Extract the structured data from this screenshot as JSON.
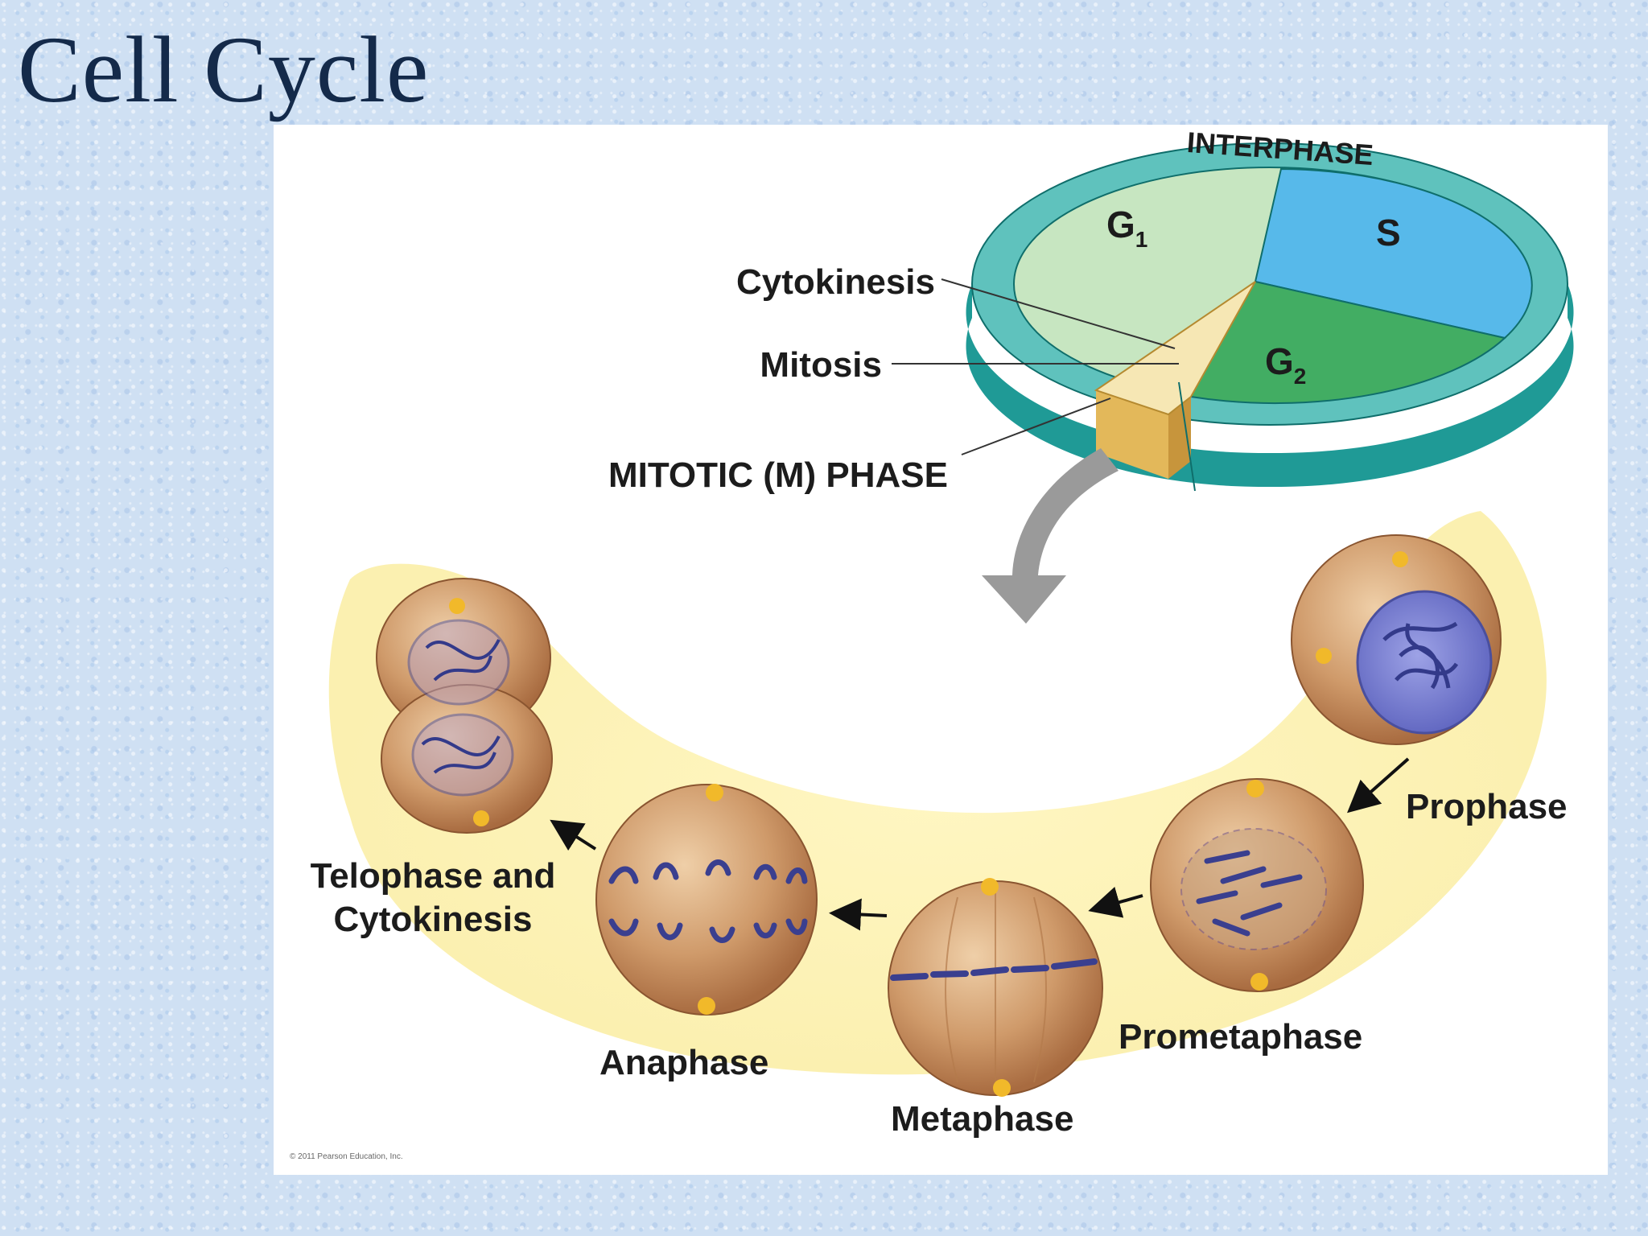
{
  "slide": {
    "title": "Cell Cycle"
  },
  "cycle_wheel": {
    "ring_label": "INTERPHASE",
    "g1_label": "G",
    "g1_sub": "1",
    "s_label": "S",
    "g2_label": "G",
    "g2_sub": "2",
    "cytokinesis_label": "Cytokinesis",
    "mitosis_label": "Mitosis",
    "m_phase_label": "MITOTIC (M) PHASE",
    "colors": {
      "ring": "#5fc2bd",
      "ring_side": "#1f9a96",
      "g1": "#c7e6c1",
      "s": "#57b9ea",
      "g2": "#42ad63",
      "m_wedge": "#f2dc97"
    }
  },
  "mitosis_stages": {
    "prophase": "Prophase",
    "prometaphase": "Prometaphase",
    "metaphase": "Metaphase",
    "anaphase": "Anaphase",
    "telophase_line1": "Telophase and",
    "telophase_line2": "Cytokinesis"
  },
  "credit": "© 2011 Pearson Education, Inc."
}
